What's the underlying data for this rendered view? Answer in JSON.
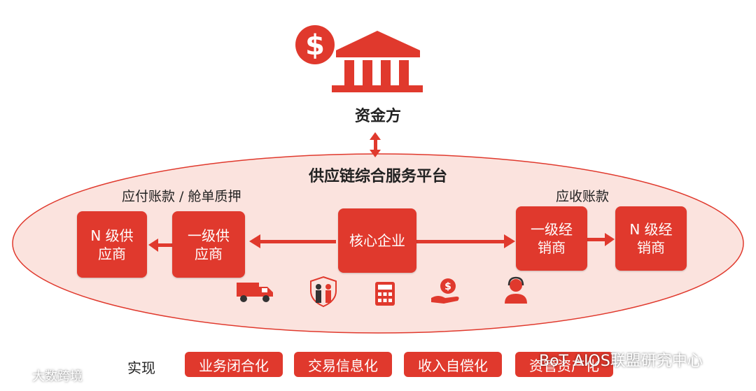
{
  "funder": {
    "label": "资金方",
    "icon": "bank-dollar-icon"
  },
  "platform": {
    "title": "供应链综合服务平台"
  },
  "left_section_label": "应付账款 / 舱单质押",
  "right_section_label": "应收账款",
  "nodes": {
    "n_supplier": "N 级供\n应商",
    "tier1_supplier": "一级供\n应商",
    "core": "核心企业",
    "tier1_distributor": "一级经\n销商",
    "n_distributor": "N 级经\n销商"
  },
  "service_icons": [
    "truck-icon",
    "partnership-shield-icon",
    "calculator-icon",
    "money-hand-icon",
    "customer-service-icon"
  ],
  "footer": {
    "label": "实现",
    "pills": [
      "业务闭合化",
      "交易信息化",
      "收入自偿化",
      "资管资产化"
    ]
  },
  "watermarks": {
    "left": "大数跨境",
    "right": "BoT AIOS联盟研究中心"
  },
  "colors": {
    "accent": "#e0392d",
    "ellipse_fill": "#fbe3de",
    "ellipse_stroke": "#e0392d"
  }
}
